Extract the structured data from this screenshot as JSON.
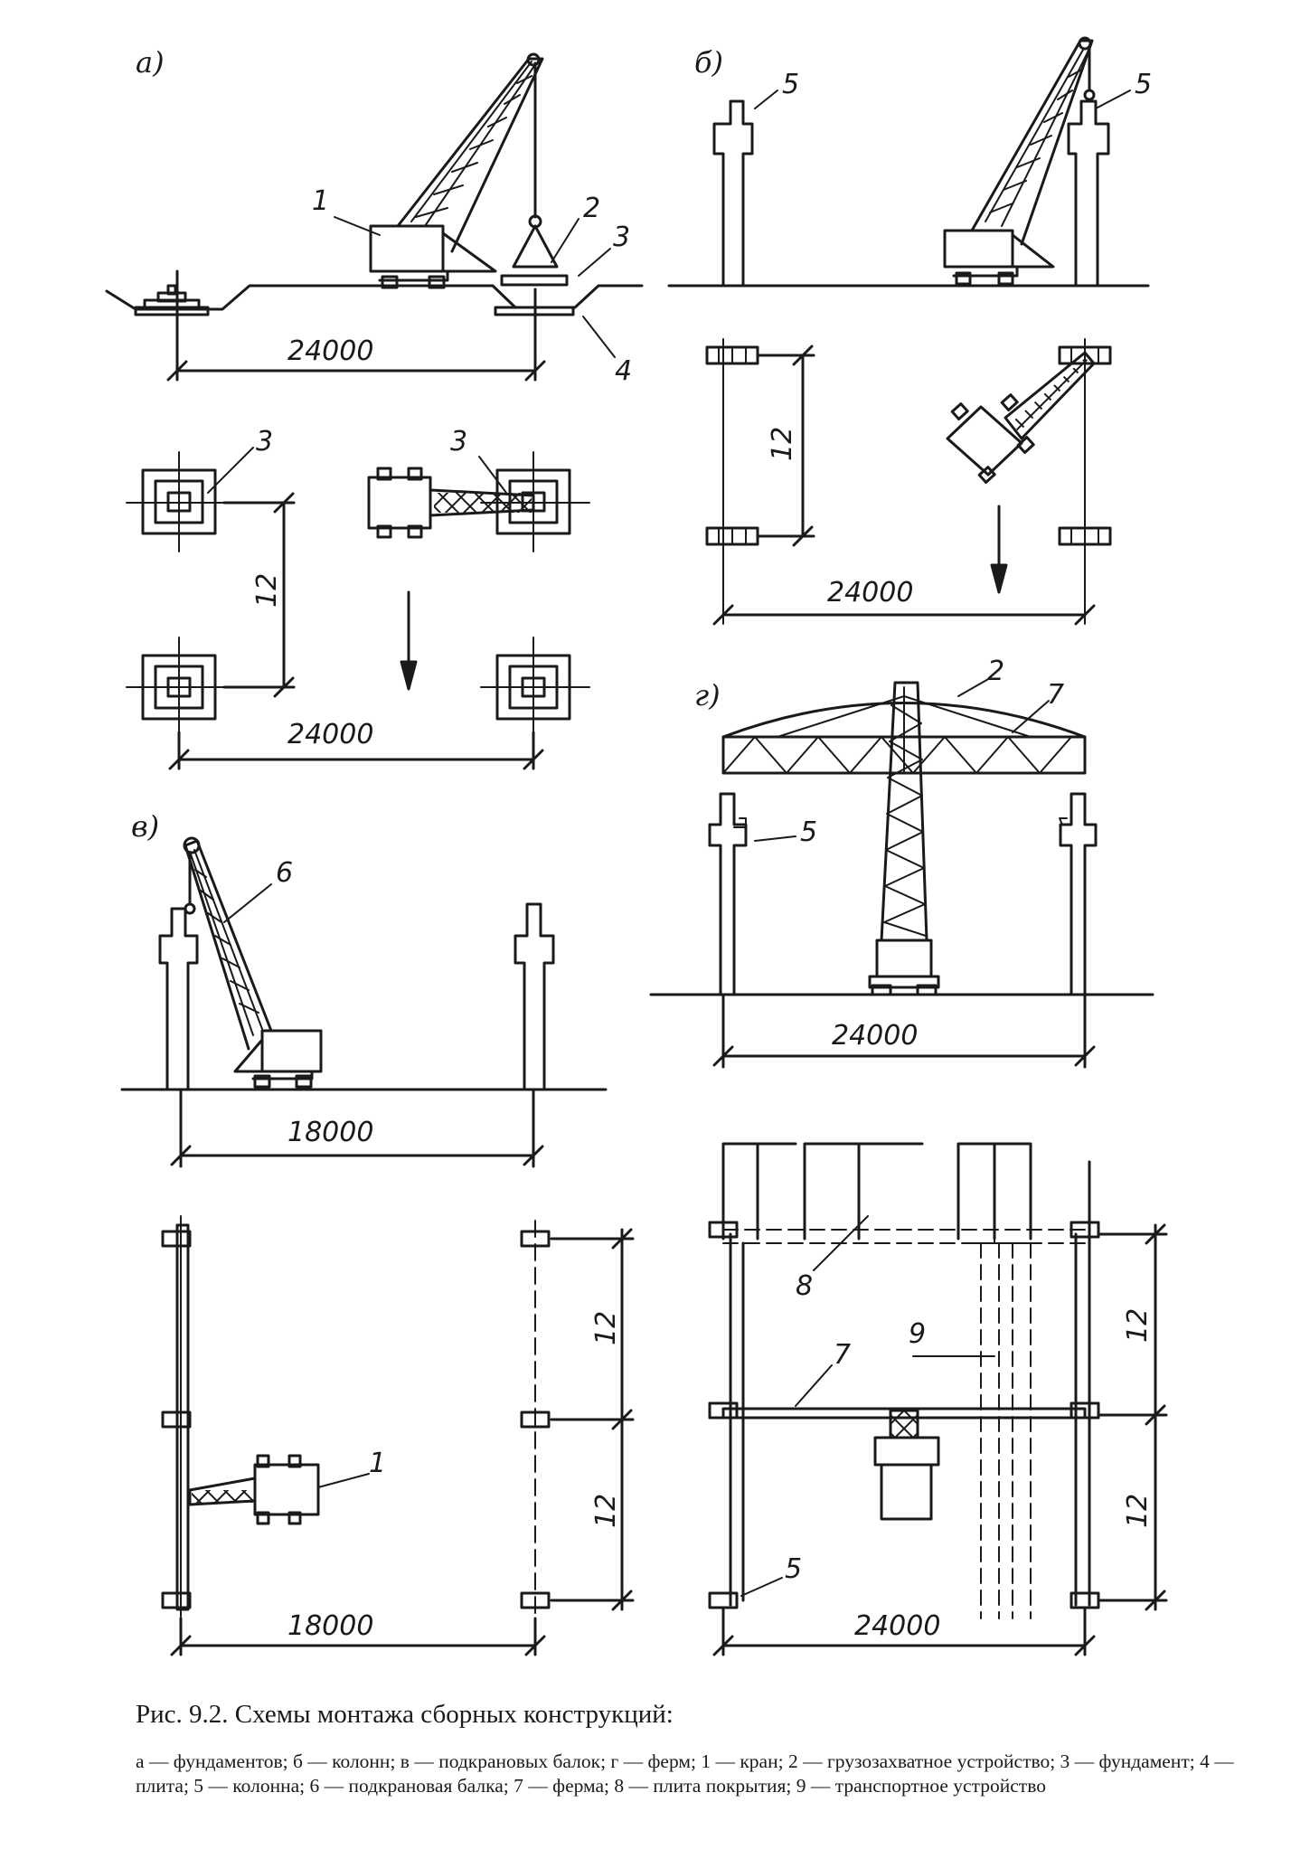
{
  "panels": {
    "a": {
      "label": "а)",
      "elevation_dim": "24000",
      "plan_dim_x": "24000",
      "plan_dim_y": "12",
      "callouts": [
        "1",
        "2",
        "3",
        "4",
        "3",
        "3"
      ]
    },
    "b": {
      "label": "б)",
      "plan_dim_x": "24000",
      "plan_dim_y": "12",
      "callouts": [
        "5",
        "5"
      ]
    },
    "v": {
      "label": "в)",
      "elevation_dim": "18000",
      "plan_dim_x": "18000",
      "plan_dim_y1": "12",
      "plan_dim_y2": "12",
      "callouts": [
        "6",
        "1"
      ]
    },
    "g": {
      "label": "г)",
      "elevation_dim": "24000",
      "plan_dim_x": "24000",
      "plan_dim_y1": "12",
      "plan_dim_y2": "12",
      "callouts": [
        "2",
        "7",
        "5",
        "8",
        "9",
        "7",
        "5"
      ]
    }
  },
  "caption": {
    "title": "Рис. 9.2. Схемы монтажа сборных конструкций:",
    "legend": "а — фундаментов; б — колонн; в — подкрановых балок; г — ферм; 1 — кран; 2 — грузозахватное устройство; 3 — фундамент; 4 — плита; 5 — колонна; 6 — подкрановая балка; 7 — ферма; 8 — плита покрытия; 9 — транспортное устройство"
  }
}
